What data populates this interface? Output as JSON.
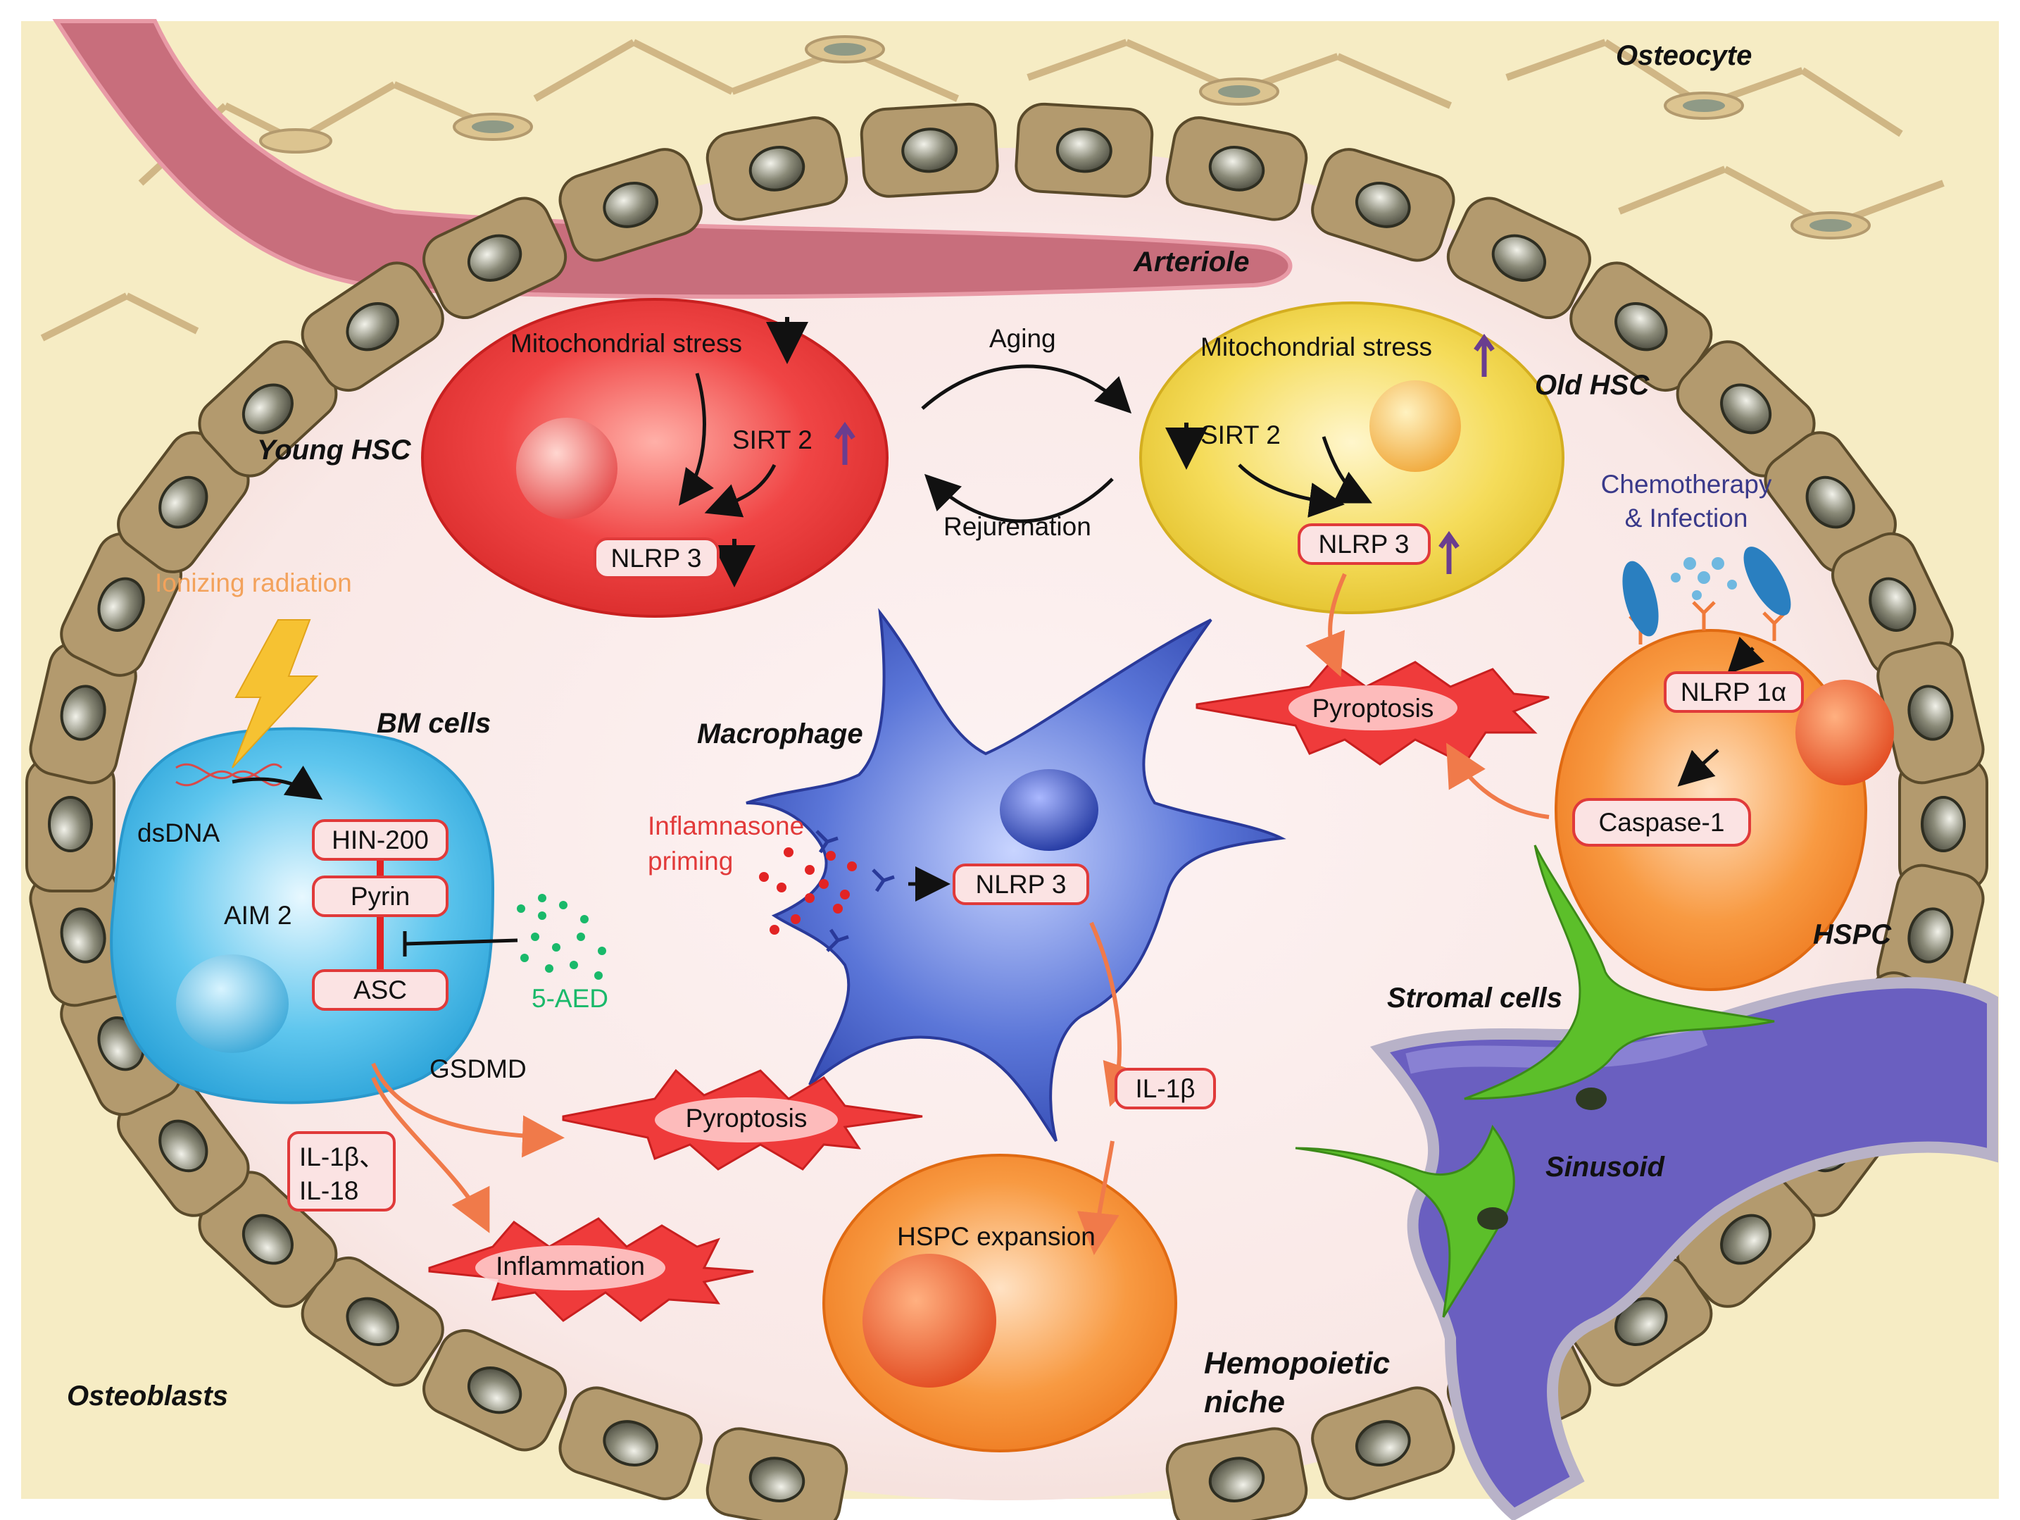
{
  "colors": {
    "background_bone": "#f6ecc4",
    "marrow_pink": "#f7e6e6",
    "cell_tan": "#b39a6e",
    "nucleus_gray": "#6b6b5a",
    "arteriole": "#c86e7c",
    "young_hsc": "#e33a3a",
    "old_hsc": "#efd24a",
    "bm_cell": "#4bb8e6",
    "macrophage": "#3f5ec6",
    "hspc": "#f48a2e",
    "sinusoid": "#6a5fc0",
    "stromal": "#5cbf2a",
    "pyroptosis_burst": "#ef3b3b",
    "box_border": "#e03a3a",
    "radiation_label": "#f3a25b",
    "chemo_label": "#3a3a8a",
    "inhibitor_label": "#19b96a",
    "priming_label": "#e23a3a",
    "arrow_orange": "#f07a4a",
    "arrow_purple": "#6a3d8f"
  },
  "labels": {
    "osteocyte": "Osteocyte",
    "arteriole": "Arteriole",
    "young_hsc": "Young HSC",
    "old_hsc": "Old HSC",
    "bm_cells": "BM cells",
    "macrophage": "Macrophage",
    "hspc": "HSPC",
    "stromal_cells": "Stromal cells",
    "sinusoid": "Sinusoid",
    "hemopoietic_niche_line1": "Hemopoietic",
    "hemopoietic_niche_line2": "niche",
    "osteoblasts": "Osteoblasts"
  },
  "young_hsc": {
    "mito_stress": "Mitochondrial stress",
    "sirt2": "SIRT 2",
    "nlrp3": "NLRP 3"
  },
  "old_hsc": {
    "mito_stress": "Mitochondrial stress",
    "sirt2": "SIRT 2",
    "nlrp3": "NLRP 3"
  },
  "transition": {
    "aging": "Aging",
    "rejuvenation": "Rejurenation"
  },
  "bm_cells": {
    "ionizing_radiation": "Ionizing radiation",
    "dsdna": "dsDNA",
    "aim2": "AIM 2",
    "hin200": "HIN-200",
    "pyrin": "Pyrin",
    "asc": "ASC",
    "gsdmd": "GSDMD",
    "inhibitor": "5-AED",
    "cytokines_line1": "IL-1β、",
    "cytokines_line2": "IL-18"
  },
  "macrophage": {
    "priming_line1": "Inflamnasone",
    "priming_line2": "priming",
    "nlrp3": "NLRP 3",
    "il1b": "IL-1β"
  },
  "hspc": {
    "chemo_line1": "Chemotherapy",
    "chemo_line2": "& Infection",
    "nlrp1a": "NLRP 1α",
    "caspase1": "Caspase-1"
  },
  "outcomes": {
    "pyroptosis_top": "Pyroptosis",
    "pyroptosis_bottom": "Pyroptosis",
    "inflammation": "Inflammation",
    "hspc_expansion": "HSPC expansion"
  }
}
